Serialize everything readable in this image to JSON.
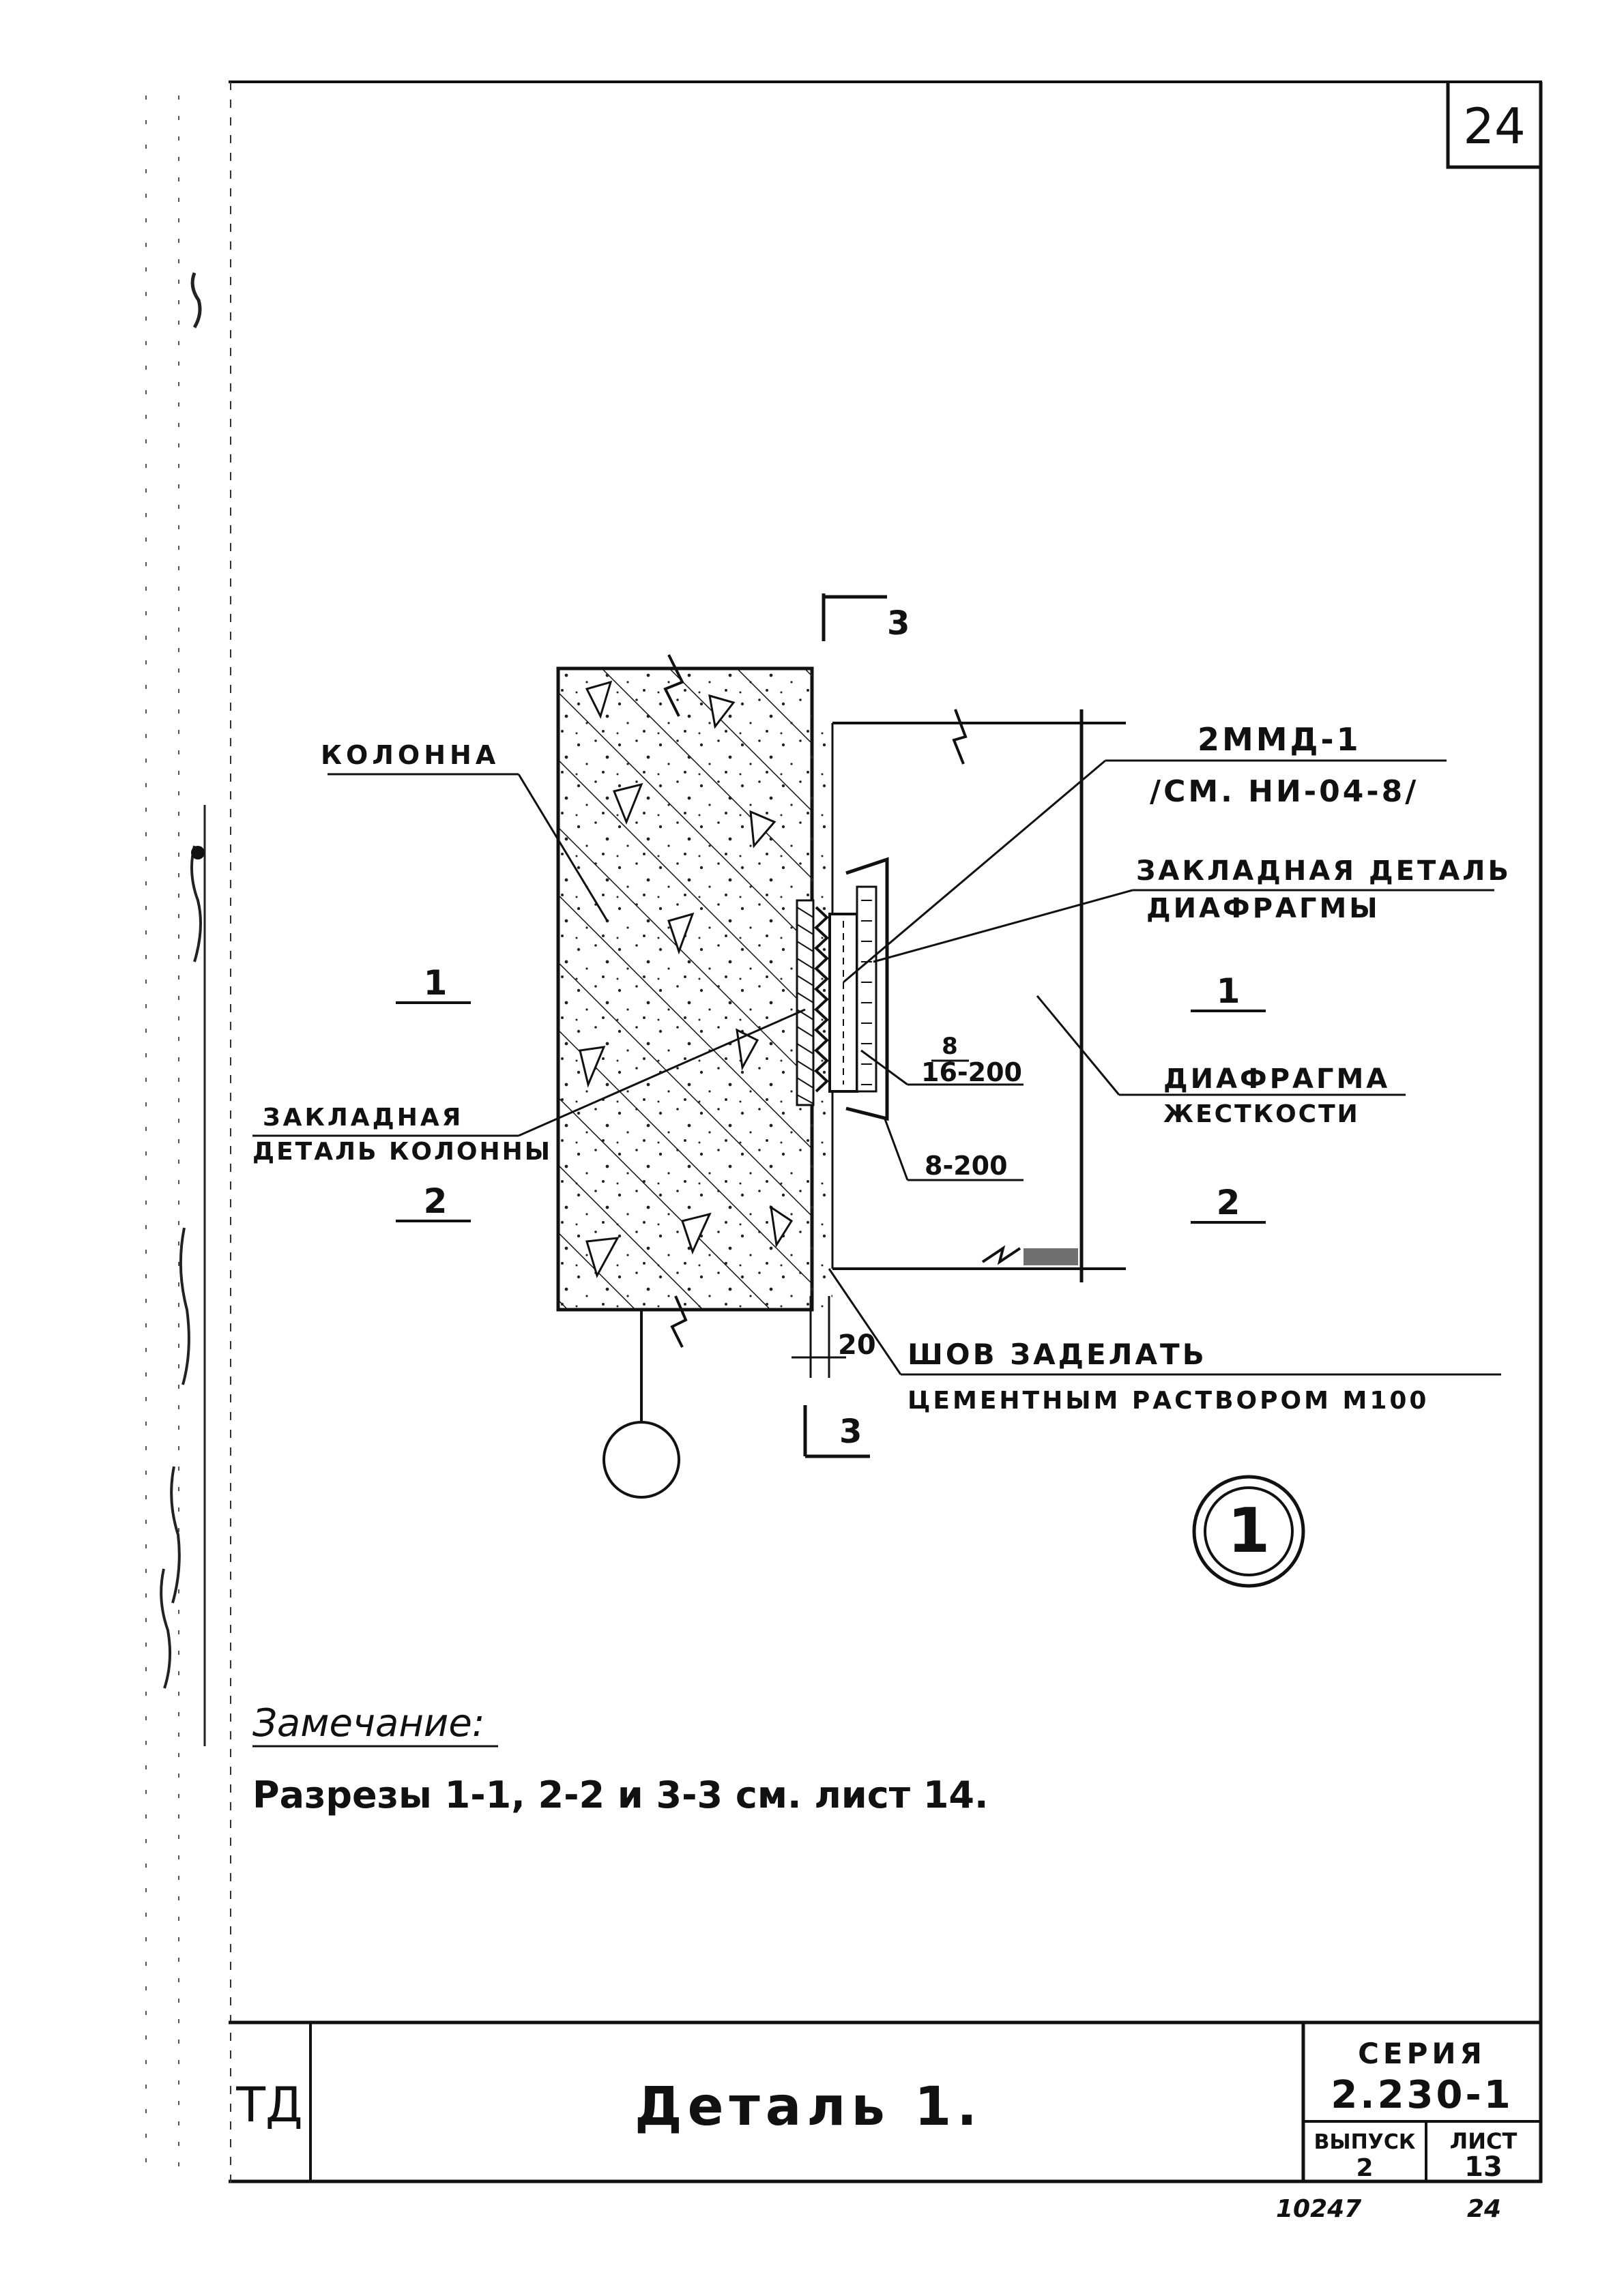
{
  "sheet": {
    "page_number": "24",
    "bottom_left_number": "10247",
    "bottom_right_number": "24"
  },
  "title_block": {
    "logo_text": "ТД",
    "title": "Деталь 1.",
    "series_label": "СЕРИЯ",
    "series_value": "2.230-1",
    "issue_label": "ВЫПУСК",
    "issue_value": "2",
    "sheet_label": "ЛИСТ",
    "sheet_value": "13"
  },
  "drawing": {
    "labels": {
      "column": "КОЛОННА",
      "part_code": "2ММД-1",
      "part_ref": "/СМ. НИ-04-8/",
      "embedded_diaphragm_1": "ЗАКЛАДНАЯ ДЕТАЛЬ",
      "embedded_diaphragm_2": "ДИАФРАГМЫ",
      "diaphragm_1": "ДИАФРАГМА",
      "diaphragm_2": "ЖЕСТКОСТИ",
      "embedded_column_1": "ЗАКЛАДНАЯ",
      "embedded_column_2": "ДЕТАЛЬ КОЛОННЫ",
      "weld_top_num": "8",
      "weld_top": "16-200",
      "weld_bottom": "8-200",
      "dimension": "20",
      "seam_1": "ШОВ ЗАДЕЛАТЬ",
      "seam_2": "ЦЕМЕНТНЫМ РАСТВОРОМ М100"
    },
    "section_marks": {
      "s1_left": "1",
      "s2_left": "2",
      "s1_right": "1",
      "s2_right": "2",
      "s3_top": "3",
      "s3_bottom": "3"
    },
    "detail_number": "1"
  },
  "note": {
    "heading": "Замечание:",
    "text": "Разрезы 1-1, 2-2 и 3-3 см. лист 14."
  }
}
